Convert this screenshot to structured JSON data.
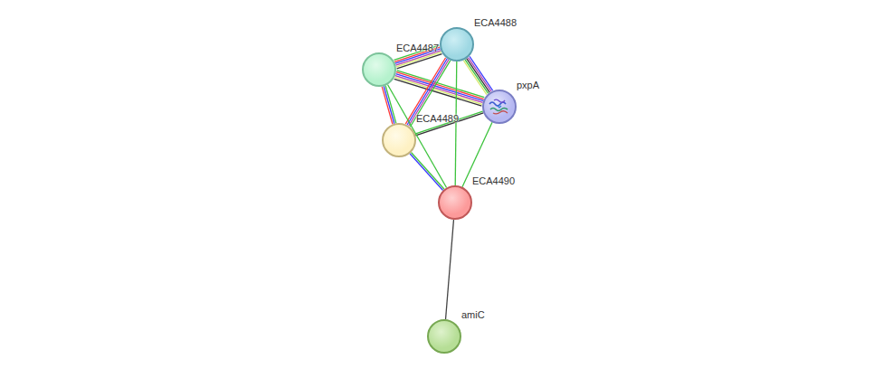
{
  "diagram": {
    "nodes": [
      {
        "text": [
          "ECA4488"
        ]
      },
      {
        "text": [
          "ECA4487"
        ]
      },
      {
        "text": [
          "pxpA"
        ]
      },
      {
        "text": [
          "ECA4489"
        ]
      },
      {
        "text": [
          "ECA4490"
        ]
      },
      {
        "text": [
          "amiC"
        ]
      }
    ],
    "edges": [
      {
        "from": 1,
        "to": 0,
        "arrow": "none"
      },
      {
        "from": 1,
        "to": 2,
        "arrow": "none"
      },
      {
        "from": 0,
        "to": 2,
        "arrow": "none"
      },
      {
        "from": 3,
        "to": 0,
        "arrow": "none"
      },
      {
        "from": 3,
        "to": 1,
        "arrow": "none"
      },
      {
        "from": 3,
        "to": 2,
        "arrow": "none"
      },
      {
        "from": 4,
        "to": 3,
        "arrow": "none"
      },
      {
        "from": 4,
        "to": 1,
        "arrow": "none"
      },
      {
        "from": 4,
        "to": 0,
        "arrow": "none"
      },
      {
        "from": 4,
        "to": 2,
        "arrow": "none"
      },
      {
        "from": 4,
        "to": 5,
        "arrow": "none"
      }
    ]
  }
}
